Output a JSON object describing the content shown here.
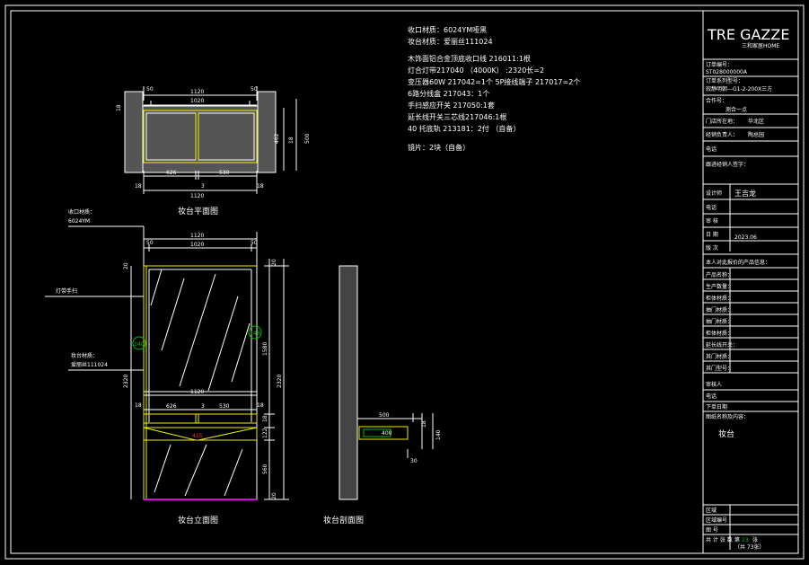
{
  "notes": {
    "lines": [
      "收口材质：6024YM哑黑",
      "妆台材质：爱丽丝111024",
      "",
      "木饰面铝合金顶底收口线 216011:1根",
      "灯合灯带217040 （4000K） :2320长=2",
      "变压器60W 217042=1个  5P接线端子 217017=2个",
      "6路分线盒 217043：1个",
      "手扫感应开关 217050:1套",
      "延长线开关三芯线217046:1根",
      "40 托底轨 213181：2付 （自备）",
      "",
      "镜片：2块（自备）"
    ]
  },
  "plan": {
    "title": "妆台平面图",
    "dims_top": [
      "1120",
      "50",
      "1020",
      "50"
    ],
    "dims_bottom": [
      "18",
      "3",
      "626",
      "3",
      "530",
      "18",
      "1120"
    ],
    "dims_right": [
      "18",
      "462",
      "18",
      "500"
    ]
  },
  "elevation": {
    "title": "妆台立面图",
    "label_trim": "收口材质：\n6024YM",
    "label_trim_1": "收口材质：",
    "label_trim_2": "6024YM",
    "label_light": "灯带手扫",
    "label_body_1": "妆台材质：",
    "label_body_2": "爱丽丝111024",
    "dims_top": [
      "1120",
      "50",
      "1020",
      "50"
    ],
    "dims_mid": [
      "1120",
      "18",
      "626",
      "3",
      "530",
      "18"
    ],
    "dims_left": [
      "2320",
      "20"
    ],
    "dims_right": [
      "20",
      "1580",
      "18",
      "122",
      "560",
      "20",
      "2320"
    ],
    "bubble_left": "140",
    "bubble_right": "143",
    "bubble_red": "415"
  },
  "section": {
    "title": "妆台剖面图",
    "dims": [
      "500",
      "400",
      "18",
      "140",
      "30"
    ]
  },
  "titleblock": {
    "logo": "TRE GAZZE",
    "logo_sub": "三和家居HOME",
    "rows_top": [
      "订单编号：",
      "ST028000000A",
      "订单系列型号：",
      "寂静明朝—G1-2-200X三方",
      "合作号：",
      "测合一点",
      "门店所在地：",
      "华北区",
      "经销负责人：",
      "陶总园",
      "电话",
      "跟进经销人签字："
    ],
    "designer_label": "设计师",
    "designer": "王吉龙",
    "rows_mid": [
      "电话",
      "审 核",
      "日 期",
      "2023.06",
      "版 次"
    ],
    "product_label": "本人对此报价的产品信息：",
    "rows_prod": [
      "产品名称：",
      "生产数量：",
      "柜体材质：",
      "抽门材质：",
      "抽门材质：",
      "柜体材质：",
      "延长线开关：",
      "其门材质：",
      "其门型号："
    ],
    "rows_bot": [
      "审核人",
      "电话",
      "下单日期"
    ],
    "drawing_label": "图纸名称及内容：",
    "drawing_name": "妆台",
    "rows_foot": [
      "区域",
      "区域编号",
      "图 号"
    ],
    "page_label": "第",
    "page_num": "23",
    "page_unit": "张",
    "total": "（共 73张）",
    "count_label": "共 计 张 数"
  }
}
